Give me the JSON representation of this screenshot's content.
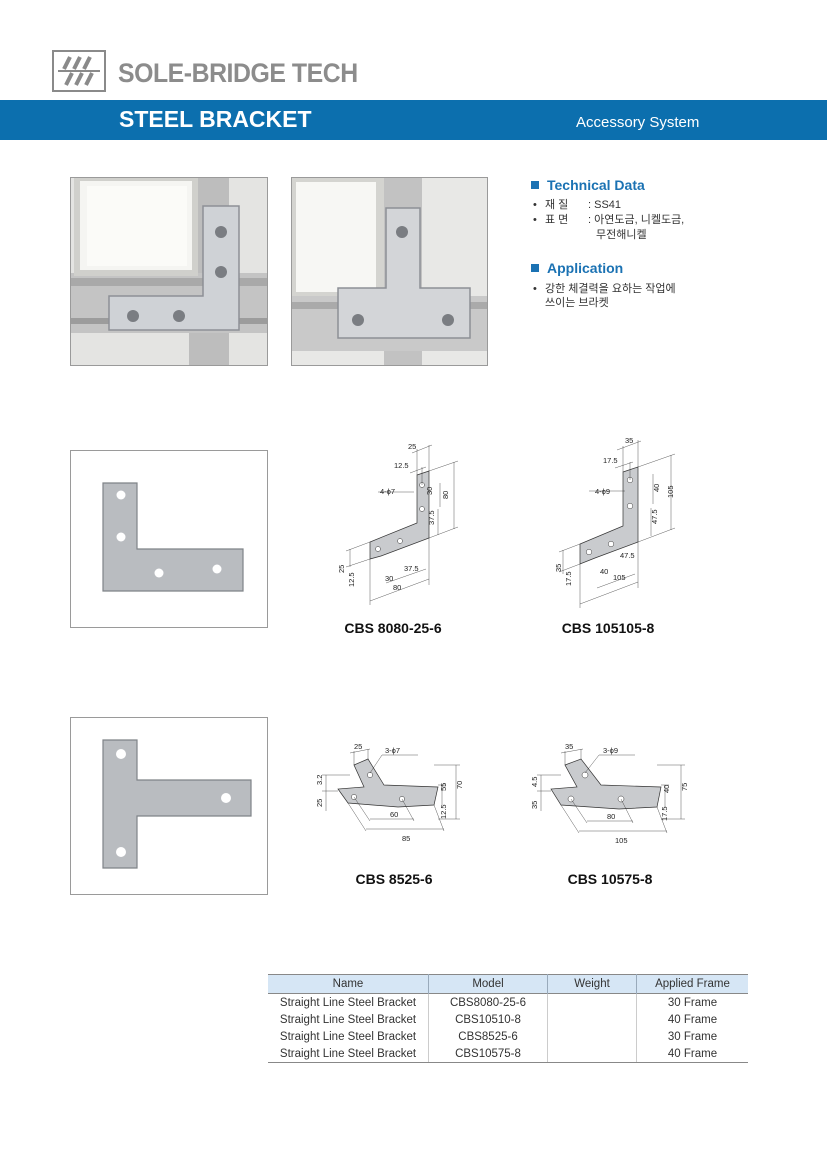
{
  "header": {
    "brand": "SOLE-BRIDGE TECH",
    "title": "STEEL BRACKET",
    "subtitle": "Accessory System"
  },
  "technical": {
    "heading": "Technical Data",
    "material_label": "재    질",
    "material_value": ": SS41",
    "surface_label": "표    면",
    "surface_value_1": ": 아연도금, 니켈도금,",
    "surface_value_2": "무전해니켈"
  },
  "application": {
    "heading": "Application",
    "line1": "강한 체결력을 요하는 작업에",
    "line2": "쓰이는 브라켓"
  },
  "bullet": "•",
  "drawings": {
    "d1": {
      "caption": "CBS 8080-25-6",
      "dims": [
        "25",
        "12.5",
        "4-ϕ7",
        "30",
        "80",
        "37.5",
        "25",
        "12.5",
        "30",
        "37.5",
        "80"
      ]
    },
    "d2": {
      "caption": "CBS 105105-8",
      "dims": [
        "35",
        "17.5",
        "4-ϕ9",
        "40",
        "105",
        "47.5",
        "35",
        "17.5",
        "40",
        "47.5",
        "105"
      ]
    },
    "d3": {
      "caption": "CBS 8525-6",
      "dims": [
        "25",
        "3-ϕ7",
        "3.2",
        "25",
        "55",
        "70",
        "12.5",
        "60",
        "85"
      ]
    },
    "d4": {
      "caption": "CBS 10575-8",
      "dims": [
        "35",
        "3-ϕ9",
        "4.5",
        "35",
        "40",
        "75",
        "17.5",
        "80",
        "105"
      ]
    }
  },
  "table": {
    "headers": [
      "Name",
      "Model",
      "Weight",
      "Applied Frame"
    ],
    "rows": [
      [
        "Straight Line Steel Bracket",
        "CBS8080-25-6",
        "",
        "30 Frame"
      ],
      [
        "Straight Line Steel Bracket",
        "CBS10510-8",
        "",
        "40 Frame"
      ],
      [
        "Straight Line Steel Bracket",
        "CBS8525-6",
        "",
        "30 Frame"
      ],
      [
        "Straight Line Steel Bracket",
        "CBS10575-8",
        "",
        "40 Frame"
      ]
    ]
  },
  "colors": {
    "accent": "#0c6fae",
    "heading": "#1b72b3",
    "table_header": "#d6e6f5",
    "brand_gray": "#8c8c8c"
  }
}
